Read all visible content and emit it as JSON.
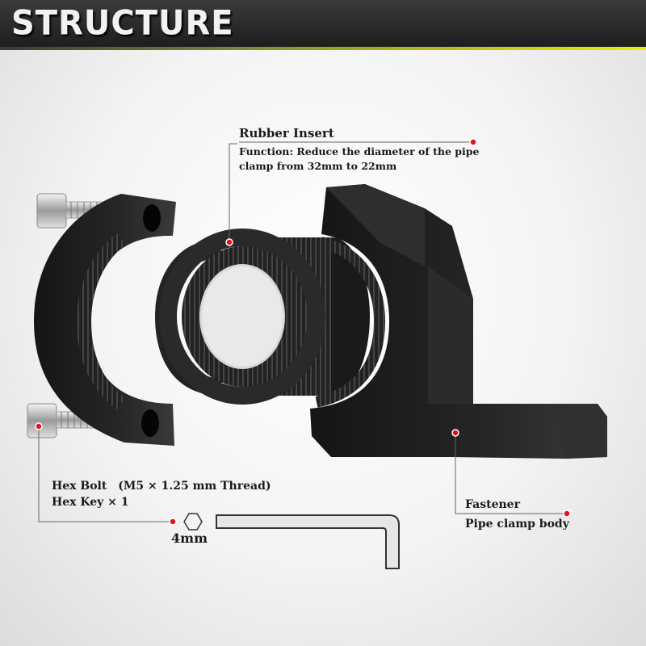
{
  "header": {
    "title": "STRUCTURE"
  },
  "callouts": {
    "rubber_insert": {
      "title": "Rubber Insert",
      "function_line1": "Function: Reduce the diameter of the pipe",
      "function_line2": "clamp from 32mm to 22mm"
    },
    "hex_bolt": "Hex Bolt　(M5 × 1.25 mm Thread)",
    "hex_key": "Hex Key × 1",
    "hex_key_size": "4mm",
    "fastener": "Fastener",
    "pipe_clamp_body": "Pipe clamp body"
  },
  "colors": {
    "marker": "#e3121b",
    "part": "#1c1c1c",
    "accent": "#e8f000"
  }
}
